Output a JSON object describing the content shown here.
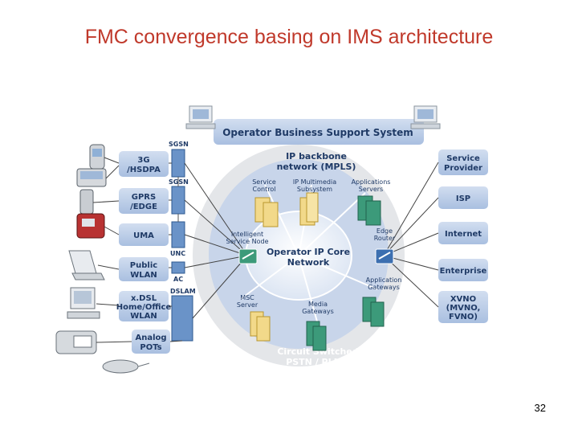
{
  "slide": {
    "title": "FMC convergence basing on IMS architecture",
    "page_number": "32"
  },
  "diagram": {
    "bss": "Operator Business Support System",
    "backbone": [
      "IP backbone",
      "network (MPLS)"
    ],
    "core": [
      "Operator IP Core",
      "Network"
    ],
    "circuit": [
      "Circuit Switched",
      "PSTN / PLMN"
    ],
    "left_boxes": [
      [
        "3G",
        "/HSDPA"
      ],
      [
        "GPRS",
        "/EDGE"
      ],
      [
        "UMA"
      ],
      [
        "Public",
        "WLAN"
      ],
      [
        "x.DSL",
        "Home/Office",
        "WLAN"
      ],
      [
        "Analog",
        "POTs"
      ]
    ],
    "right_boxes": [
      [
        "Service",
        "Provider"
      ],
      [
        "ISP"
      ],
      [
        "Internet"
      ],
      [
        "Enterprise"
      ],
      [
        "XVNO",
        "(MVNO,",
        "FVNO)"
      ]
    ],
    "node_labels": {
      "sgsn1": "SGSN",
      "sgsn2": "SGSN",
      "unc": "UNC",
      "ac": "AC",
      "dslam": "DSLAM",
      "service_control": [
        "Service",
        "Control"
      ],
      "ims": [
        "IP Multimedia",
        "Subsystem"
      ],
      "app_servers": [
        "Applications",
        "Servers"
      ],
      "intelligent": [
        "Intelligent",
        "Service Node"
      ],
      "edge_router": [
        "Edge",
        "Router"
      ],
      "app_gateways": [
        "Application",
        "Gateways"
      ],
      "msc": [
        "MSC",
        "Server"
      ],
      "media_gw": [
        "Media",
        "Gateways"
      ]
    }
  },
  "colors": {
    "title": "#c0392b",
    "box_fill": "#b9cbe6",
    "text_dark": "#1f3a66",
    "core_fill": "#ffffff",
    "ring_fill": "#c5d3e8",
    "outer_ring": "#e3e6ea",
    "server_yellow": "#f2d98a",
    "server_green": "#3c9a7a",
    "server_blue": "#6a93c8"
  }
}
